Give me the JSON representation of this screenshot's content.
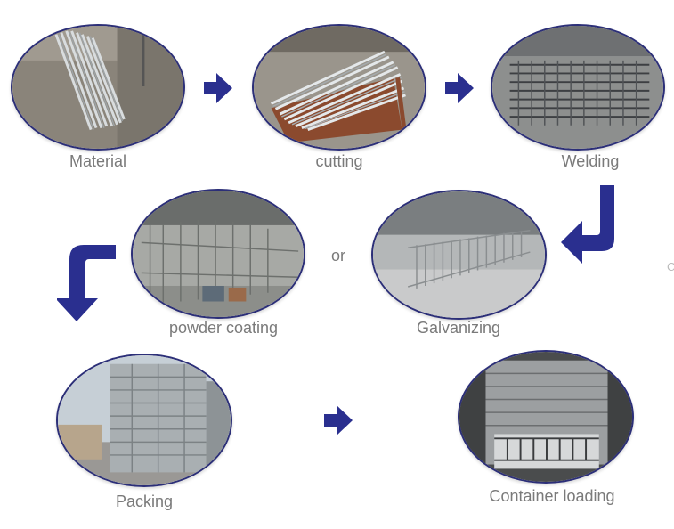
{
  "steps": {
    "material": "Material",
    "cutting": "cutting",
    "welding": "Welding",
    "powder_coating": "powder coating",
    "galvanizing": "Galvanizing",
    "packing": "Packing",
    "container_loading": "Container loading"
  },
  "connector_or": "or",
  "edge_char": "C",
  "colors": {
    "arrow": "#2a2f8f",
    "border": "#2c2f78",
    "label": "#7a7a7a"
  }
}
